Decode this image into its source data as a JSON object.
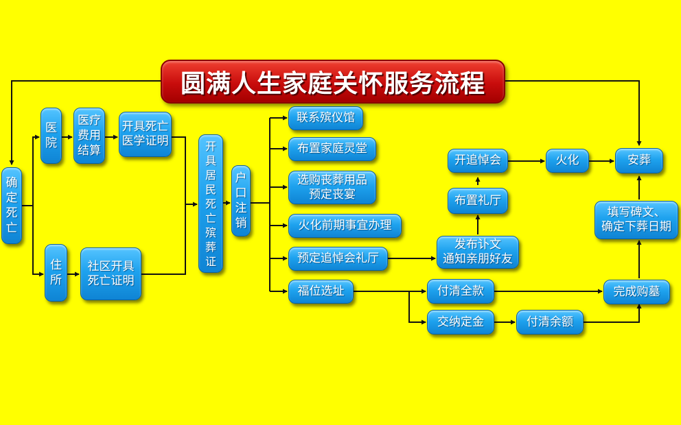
{
  "title": "圆满人生家庭关怀服务流程",
  "nodes": {
    "queding_siwang": "确\n定\n死\n亡",
    "yiyuan": "医\n院",
    "yiliao_feiyong": "医疗\n费用\n结算",
    "kaiju_yixue": "开具死亡\n医学证明",
    "zhusuo": "住\n所",
    "shequ_zhengming": "社区开具\n死亡证明",
    "jumin_binzang": "开\n具\n居\n民\n死\n亡\n殡\n葬\n证",
    "hukou_zhuxiao": "户\n口\n注\n销",
    "lianxi_binyiguan": "联系殡仪馆",
    "buzhi_lingtang": "布置家庭灵堂",
    "xuangou_sangzang": "选购丧葬用品\n预定丧宴",
    "huohua_qianqi": "火化前期事宜办理",
    "yuding_zhuidaohui": "预定追悼会礼厅",
    "fuwei_xuanzhi": "福位选址",
    "kai_zhuidaohui": "开追悼会",
    "huohua": "火化",
    "anzang": "安葬",
    "buzhi_liting": "布置礼厅",
    "fabu_fuwen": "发布讣文\n通知亲朋好友",
    "tianxie_beiwen": "填写碑文、\n确定下葬日期",
    "fuqing_quankuan": "付清全款",
    "wancheng_goumu": "完成购墓",
    "jiaona_dingjin": "交纳定金",
    "fuqing_yue": "付清余额"
  },
  "colors": {
    "background": "#ffff00",
    "box": "#1ea2ee",
    "title_bg": "#c80c0c",
    "text": "#ffffff",
    "line": "#111111"
  }
}
